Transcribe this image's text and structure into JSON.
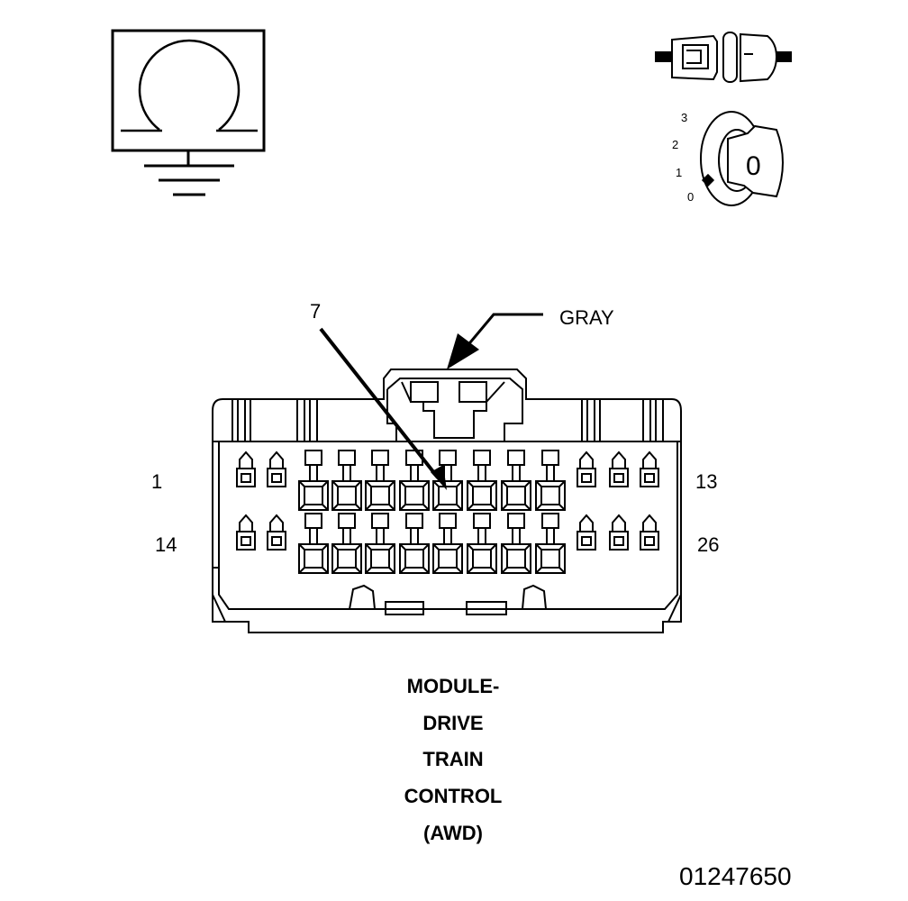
{
  "symbols": {
    "ohm_meter": "ohmmeter-symbol",
    "ground": "ground-symbol",
    "connector_disconnect": "connector-disconnect-icon",
    "ignition_key": "ignition-key-icon",
    "ignition_positions": [
      "3",
      "2",
      "1",
      "0"
    ],
    "ignition_selected": "0"
  },
  "connector": {
    "callout_pin": "7",
    "color_label": "GRAY",
    "row1_start": "1",
    "row1_end": "13",
    "row2_start": "14",
    "row2_end": "26"
  },
  "title_lines": [
    "MODULE-",
    "DRIVE",
    "TRAIN",
    "CONTROL",
    "(AWD)"
  ],
  "figure_number": "01247650"
}
